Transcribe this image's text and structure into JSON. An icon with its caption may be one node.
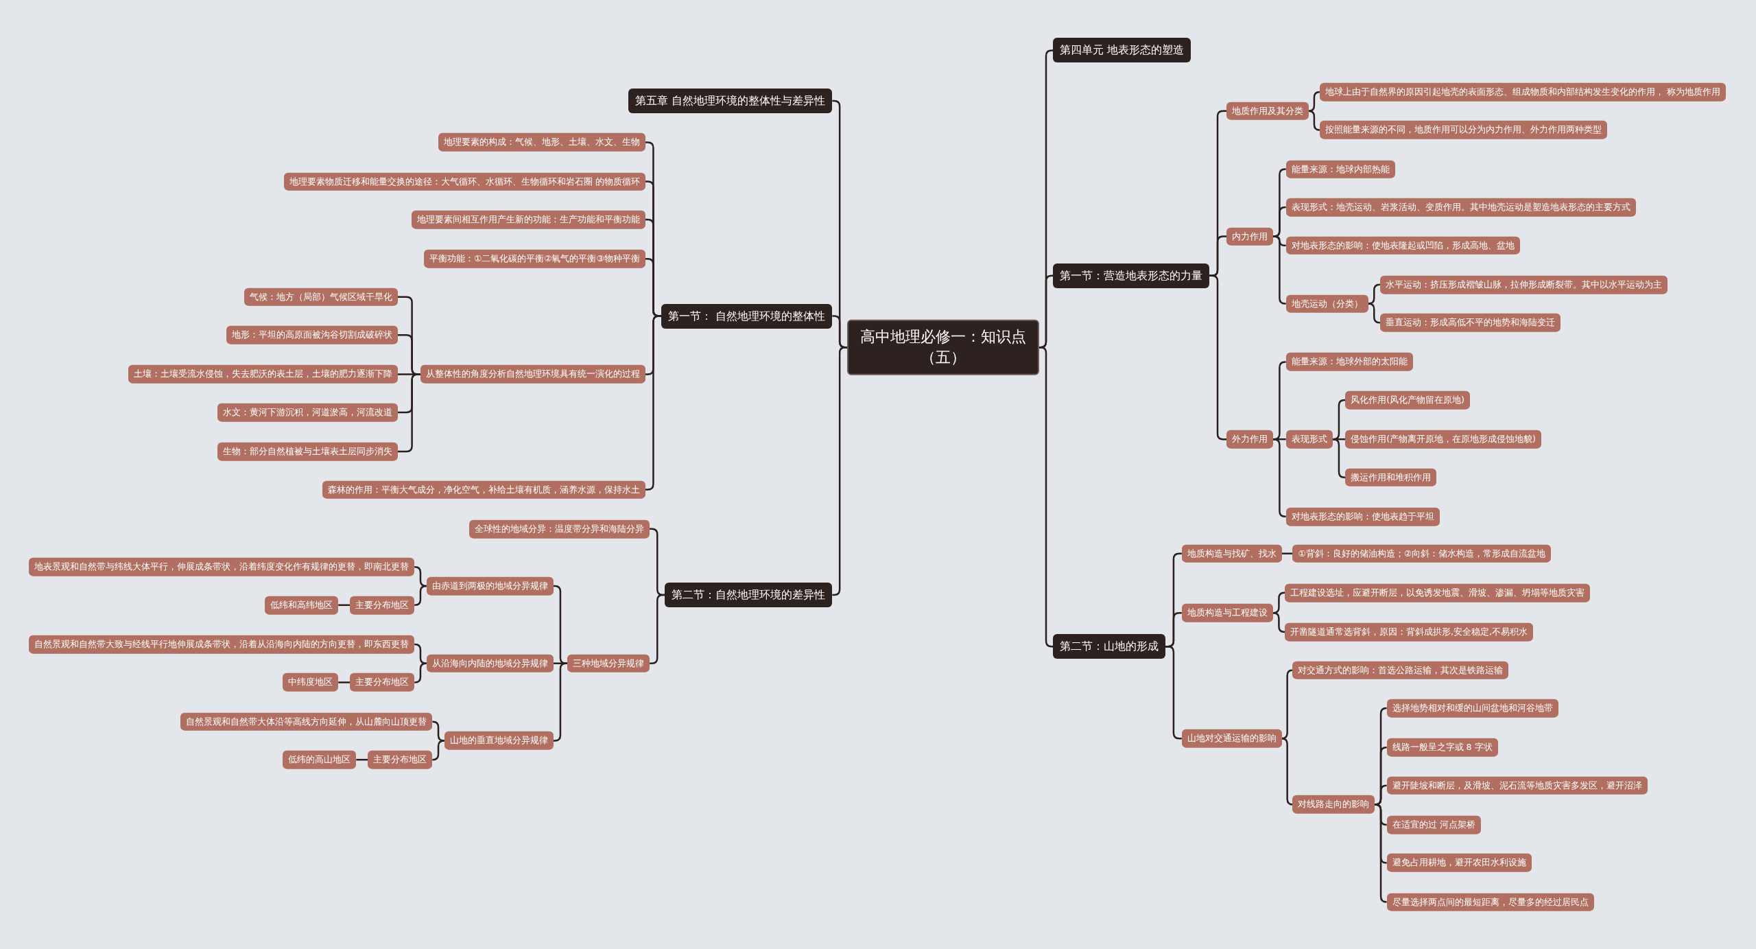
{
  "diagram": {
    "nodes": [
      {
        "text": [
          "高中地理必修一：知识点（五）"
        ]
      },
      {
        "text": [
          "第五章 自然地理环境的整体性与差异性"
        ]
      },
      {
        "text": [
          "第一节： 自然地理环境的整体性"
        ]
      },
      {
        "text": [
          "地理要素的构成：气候、地形、土壤、水文、生物"
        ]
      },
      {
        "text": [
          "地理要素物质迁移和能量交换的途径：大气循环、水循环、生物循环和岩石圈 的物质循环"
        ]
      },
      {
        "text": [
          "地理要素间相互作用产生新的功能：生产功能和平衡功能"
        ]
      },
      {
        "text": [
          "平衡功能：①二氧化碳的平衡②氧气的平衡③物种平衡"
        ]
      },
      {
        "text": [
          "从整体性的角度分析自然地理环境具有统一演化的过程"
        ]
      },
      {
        "text": [
          "气候：地方（局部）气候区域干旱化"
        ]
      },
      {
        "text": [
          "地形：平坦的高原面被沟谷切割成破碎状"
        ]
      },
      {
        "text": [
          "土壤：土壤受流水侵蚀，失去肥沃的表土层，土壤的肥力逐渐下降"
        ]
      },
      {
        "text": [
          "水文：黄河下游沉积，河道淤高，河流改道"
        ]
      },
      {
        "text": [
          "生物：部分自然植被与土壤表土层同步消失"
        ]
      },
      {
        "text": [
          "森林的作用：平衡大气成分，净化空气，补给土壤有机质，涵养水源，保持水土"
        ]
      },
      {
        "text": [
          "第二节：自然地理环境的差异性"
        ]
      },
      {
        "text": [
          "全球性的地域分异：温度带分异和海陆分异"
        ]
      },
      {
        "text": [
          "三种地域分异规律"
        ]
      },
      {
        "text": [
          "由赤道到两极的地域分异规律"
        ]
      },
      {
        "text": [
          "地表景观和自然带与纬线大体平行，伸展成条带状，沿着纬度变化作有规律的更替，即南北更替"
        ]
      },
      {
        "text": [
          "主要分布地区"
        ]
      },
      {
        "text": [
          "低纬和高纬地区"
        ]
      },
      {
        "text": [
          "从沿海向内陆的地域分异规律"
        ]
      },
      {
        "text": [
          "自然景观和自然带大致与经线平行地伸展成条带状，沿着从沿海向内陆的方向更替，即东西更替"
        ]
      },
      {
        "text": [
          "主要分布地区"
        ]
      },
      {
        "text": [
          "中纬度地区"
        ]
      },
      {
        "text": [
          "山地的垂直地域分异规律"
        ]
      },
      {
        "text": [
          "自然景观和自然带大体沿等高线方向延伸，从山麓向山顶更替"
        ]
      },
      {
        "text": [
          "主要分布地区"
        ]
      },
      {
        "text": [
          "低纬的高山地区"
        ]
      },
      {
        "text": [
          "第四单元  地表形态的塑造"
        ]
      },
      {
        "text": [
          "第一节：营造地表形态的力量"
        ]
      },
      {
        "text": [
          "地质作用及其分类"
        ]
      },
      {
        "text": [
          "地球上由于自然界的原因引起地壳的表面形态、组成物质和内部结构发生变化的作用， 称为地质作用"
        ]
      },
      {
        "text": [
          "按照能量来源的不同，地质作用可以分为内力作用、外力作用两种类型"
        ]
      },
      {
        "text": [
          "内力作用"
        ]
      },
      {
        "text": [
          "能量来源：地球内部热能"
        ]
      },
      {
        "text": [
          "表现形式：地壳运动、岩浆活动、变质作用。其中地壳运动是塑造地表形态的主要方式"
        ]
      },
      {
        "text": [
          "对地表形态的影响：使地表隆起或凹陷，形成高地、盆地"
        ]
      },
      {
        "text": [
          "地壳运动（分类）"
        ]
      },
      {
        "text": [
          "水平运动：挤压形成褶皱山脉，拉伸形成断裂带。其中以水平运动为主"
        ]
      },
      {
        "text": [
          "垂直运动：形成高低不平的地势和海陆变迁"
        ]
      },
      {
        "text": [
          "外力作用"
        ]
      },
      {
        "text": [
          "能量来源：地球外部的太阳能"
        ]
      },
      {
        "text": [
          "表现形式"
        ]
      },
      {
        "text": [
          "风化作用(风化产物留在原地)"
        ]
      },
      {
        "text": [
          "侵蚀作用(产物离开原地，在原地形成侵蚀地貌)"
        ]
      },
      {
        "text": [
          "搬运作用和堆积作用"
        ]
      },
      {
        "text": [
          "对地表形态的影响：使地表趋于平坦"
        ]
      },
      {
        "text": [
          "第二节：山地的形成"
        ]
      },
      {
        "text": [
          "地质构造与找矿、找水"
        ]
      },
      {
        "text": [
          "①背斜：良好的储油构造；②向斜：储水构造，常形成自流盆地"
        ]
      },
      {
        "text": [
          "地质构造与工程建设"
        ]
      },
      {
        "text": [
          "工程建设选址，应避开断层，以免诱发地震、滑坡、渗漏、坍塌等地质灾害"
        ]
      },
      {
        "text": [
          "开凿隧道通常选背斜，原因：背斜成拱形,安全稳定,不易积水"
        ]
      },
      {
        "text": [
          "山地对交通运输的影响"
        ]
      },
      {
        "text": [
          "对交通方式的影响：首选公路运输，其次是铁路运输"
        ]
      },
      {
        "text": [
          "对线路走向的影响"
        ]
      },
      {
        "text": [
          "选择地势相对和缓的山间盆地和河谷地带"
        ]
      },
      {
        "text": [
          "线路一般呈之字或 8 字状"
        ]
      },
      {
        "text": [
          "避开陡坡和断层，及滑坡、泥石流等地质灾害多发区，避开沼泽"
        ]
      },
      {
        "text": [
          "在适宜的过 河点架桥"
        ]
      },
      {
        "text": [
          "避免占用耕地，避开农田水利设施"
        ]
      },
      {
        "text": [
          "尽量选择两点间的最短距离，尽量多的经过居民点"
        ]
      }
    ],
    "edges": [
      {
        "from": 0,
        "to": 1,
        "arrow": "none"
      },
      {
        "from": 0,
        "to": 2,
        "arrow": "none"
      },
      {
        "from": 2,
        "to": 3,
        "arrow": "none"
      },
      {
        "from": 2,
        "to": 4,
        "arrow": "none"
      },
      {
        "from": 2,
        "to": 5,
        "arrow": "none"
      },
      {
        "from": 2,
        "to": 6,
        "arrow": "none"
      },
      {
        "from": 2,
        "to": 7,
        "arrow": "none"
      },
      {
        "from": 7,
        "to": 8,
        "arrow": "none"
      },
      {
        "from": 7,
        "to": 9,
        "arrow": "none"
      },
      {
        "from": 7,
        "to": 10,
        "arrow": "none"
      },
      {
        "from": 7,
        "to": 11,
        "arrow": "none"
      },
      {
        "from": 7,
        "to": 12,
        "arrow": "none"
      },
      {
        "from": 2,
        "to": 13,
        "arrow": "none"
      },
      {
        "from": 0,
        "to": 14,
        "arrow": "none"
      },
      {
        "from": 14,
        "to": 15,
        "arrow": "none"
      },
      {
        "from": 14,
        "to": 16,
        "arrow": "none"
      },
      {
        "from": 16,
        "to": 17,
        "arrow": "none"
      },
      {
        "from": 17,
        "to": 18,
        "arrow": "none"
      },
      {
        "from": 17,
        "to": 19,
        "arrow": "none"
      },
      {
        "from": 19,
        "to": 20,
        "arrow": "none"
      },
      {
        "from": 16,
        "to": 21,
        "arrow": "none"
      },
      {
        "from": 21,
        "to": 22,
        "arrow": "none"
      },
      {
        "from": 21,
        "to": 23,
        "arrow": "none"
      },
      {
        "from": 23,
        "to": 24,
        "arrow": "none"
      },
      {
        "from": 16,
        "to": 25,
        "arrow": "none"
      },
      {
        "from": 25,
        "to": 26,
        "arrow": "none"
      },
      {
        "from": 25,
        "to": 27,
        "arrow": "none"
      },
      {
        "from": 27,
        "to": 28,
        "arrow": "none"
      },
      {
        "from": 0,
        "to": 29,
        "arrow": "none"
      },
      {
        "from": 0,
        "to": 30,
        "arrow": "none"
      },
      {
        "from": 30,
        "to": 31,
        "arrow": "none"
      },
      {
        "from": 31,
        "to": 32,
        "arrow": "none"
      },
      {
        "from": 31,
        "to": 33,
        "arrow": "none"
      },
      {
        "from": 30,
        "to": 34,
        "arrow": "none"
      },
      {
        "from": 34,
        "to": 35,
        "arrow": "none"
      },
      {
        "from": 34,
        "to": 36,
        "arrow": "none"
      },
      {
        "from": 34,
        "to": 37,
        "arrow": "none"
      },
      {
        "from": 34,
        "to": 38,
        "arrow": "none"
      },
      {
        "from": 38,
        "to": 39,
        "arrow": "none"
      },
      {
        "from": 38,
        "to": 40,
        "arrow": "none"
      },
      {
        "from": 30,
        "to": 41,
        "arrow": "none"
      },
      {
        "from": 41,
        "to": 42,
        "arrow": "none"
      },
      {
        "from": 41,
        "to": 43,
        "arrow": "none"
      },
      {
        "from": 43,
        "to": 44,
        "arrow": "none"
      },
      {
        "from": 43,
        "to": 45,
        "arrow": "none"
      },
      {
        "from": 43,
        "to": 46,
        "arrow": "none"
      },
      {
        "from": 41,
        "to": 47,
        "arrow": "none"
      },
      {
        "from": 0,
        "to": 48,
        "arrow": "none"
      },
      {
        "from": 48,
        "to": 49,
        "arrow": "none"
      },
      {
        "from": 49,
        "to": 50,
        "arrow": "none"
      },
      {
        "from": 48,
        "to": 51,
        "arrow": "none"
      },
      {
        "from": 51,
        "to": 52,
        "arrow": "none"
      },
      {
        "from": 51,
        "to": 53,
        "arrow": "none"
      },
      {
        "from": 48,
        "to": 54,
        "arrow": "none"
      },
      {
        "from": 54,
        "to": 55,
        "arrow": "none"
      },
      {
        "from": 54,
        "to": 56,
        "arrow": "none"
      },
      {
        "from": 56,
        "to": 57,
        "arrow": "none"
      },
      {
        "from": 56,
        "to": 58,
        "arrow": "none"
      },
      {
        "from": 56,
        "to": 59,
        "arrow": "none"
      },
      {
        "from": 56,
        "to": 60,
        "arrow": "none"
      },
      {
        "from": 56,
        "to": 61,
        "arrow": "none"
      },
      {
        "from": 56,
        "to": 62,
        "arrow": "none"
      }
    ]
  }
}
